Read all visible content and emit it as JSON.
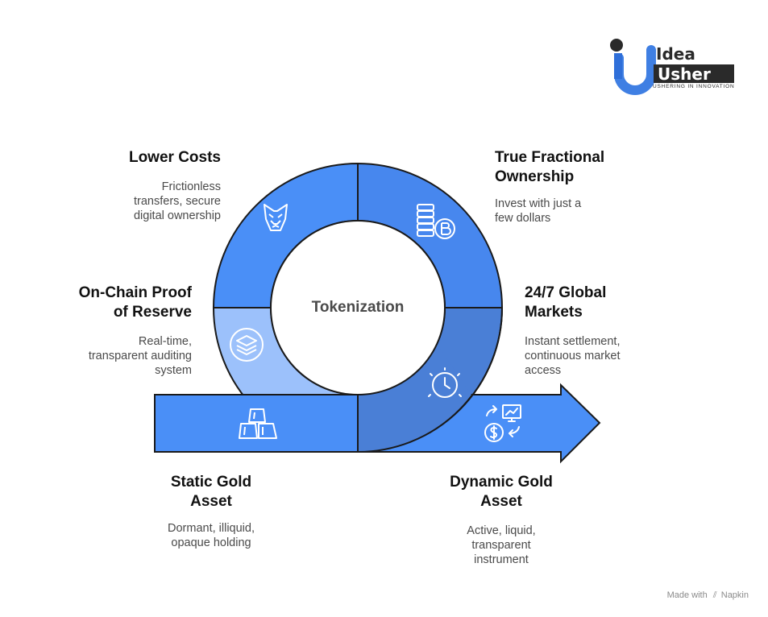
{
  "logo": {
    "line1": "Idea",
    "line2": "Usher",
    "tagline": "USHERING IN INNOVATION"
  },
  "center": {
    "label": "Tokenization"
  },
  "stages": {
    "lower_costs": {
      "title": "Lower Costs",
      "desc": [
        "Frictionless",
        "transfers, secure",
        "digital ownership"
      ],
      "icon": "fox-icon"
    },
    "fractional": {
      "title": [
        "True Fractional",
        "Ownership"
      ],
      "desc": [
        "Invest with just a",
        "few dollars"
      ],
      "icon": "coins-bitcoin-icon"
    },
    "proof": {
      "title": [
        "On-Chain Proof",
        "of Reserve"
      ],
      "desc": [
        "Real-time,",
        "transparent auditing",
        "system"
      ],
      "icon": "layers-icon"
    },
    "global": {
      "title": [
        "24/7 Global",
        "Markets"
      ],
      "desc": [
        "Instant settlement,",
        "continuous market",
        "access"
      ],
      "icon": "clock-icon"
    },
    "static_gold": {
      "title": [
        "Static Gold",
        "Asset"
      ],
      "desc": [
        "Dormant, illiquid,",
        "opaque holding"
      ],
      "icon": "gold-bars-icon"
    },
    "dynamic_gold": {
      "title": [
        "Dynamic Gold",
        "Asset"
      ],
      "desc": [
        "Active, liquid,",
        "transparent",
        "instrument"
      ],
      "icon": "dollar-exchange-icon"
    }
  },
  "footer": {
    "made_with": "Made with",
    "brand": "Napkin"
  },
  "colors": {
    "blue_main": "#4a8ff7",
    "blue_dark": "#4a7fd6",
    "blue_light": "#9cc1fb",
    "blue_mid": "#3f7fe3",
    "outline": "#1a1a1a"
  }
}
